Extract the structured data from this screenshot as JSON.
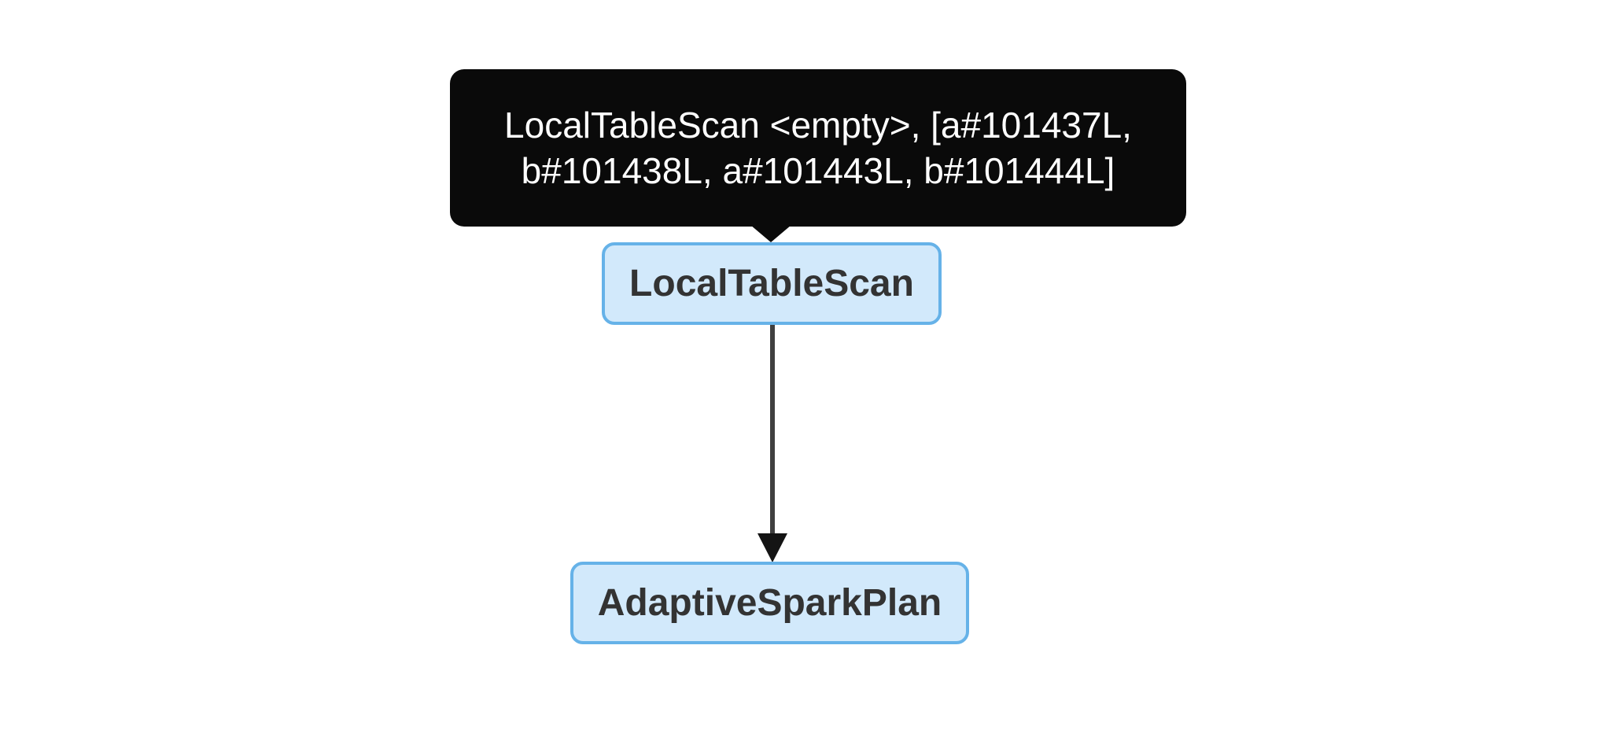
{
  "diagram": {
    "tooltip": {
      "text": "LocalTableScan <empty>, [a#101437L, b#101438L, a#101443L, b#101444L]"
    },
    "nodes": [
      {
        "id": "LocalTableScan",
        "label": "LocalTableScan"
      },
      {
        "id": "AdaptiveSparkPlan",
        "label": "AdaptiveSparkPlan"
      }
    ],
    "edges": [
      {
        "from": "LocalTableScan",
        "to": "AdaptiveSparkPlan"
      }
    ],
    "colors": {
      "canvas_bg": "#ffffff",
      "tooltip_bg": "#0a0a0a",
      "tooltip_text": "#ffffff",
      "node_fill": "#d2e9fb",
      "node_border": "#66b2e8",
      "node_text": "#333333",
      "edge_line": "#3f3f3f",
      "arrowhead": "#141414"
    }
  }
}
